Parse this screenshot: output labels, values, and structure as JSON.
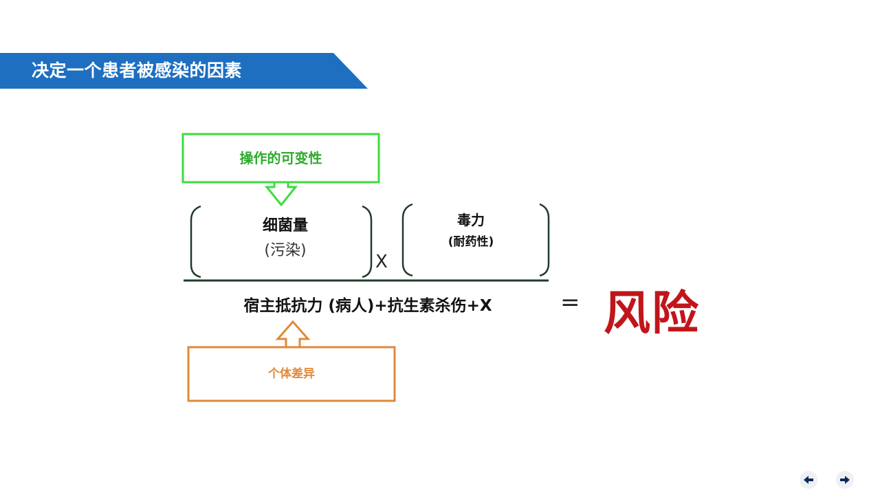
{
  "slide": {
    "title": "决定一个患者被感染的因素"
  },
  "formula": {
    "top_box_label": "操作的可变性",
    "numerator_left_title": "细菌量",
    "numerator_left_sub": "(污染)",
    "times": "X",
    "numerator_right_title": "毒力",
    "numerator_right_sub": "(耐药性)",
    "denominator": "宿主抵抗力 (病人)+抗生素杀伤+X",
    "equals": "=",
    "result": "风险",
    "bottom_box_label": "个体差异"
  },
  "nav": {
    "prev_icon": "arrow-left-icon",
    "next_icon": "arrow-right-icon"
  },
  "colors": {
    "banner_blue": "#1e6fc0",
    "green": "#3ddc3d",
    "orange": "#e0893a",
    "risk_red": "#c0161b",
    "bracket_dark": "#1f3a2a"
  }
}
